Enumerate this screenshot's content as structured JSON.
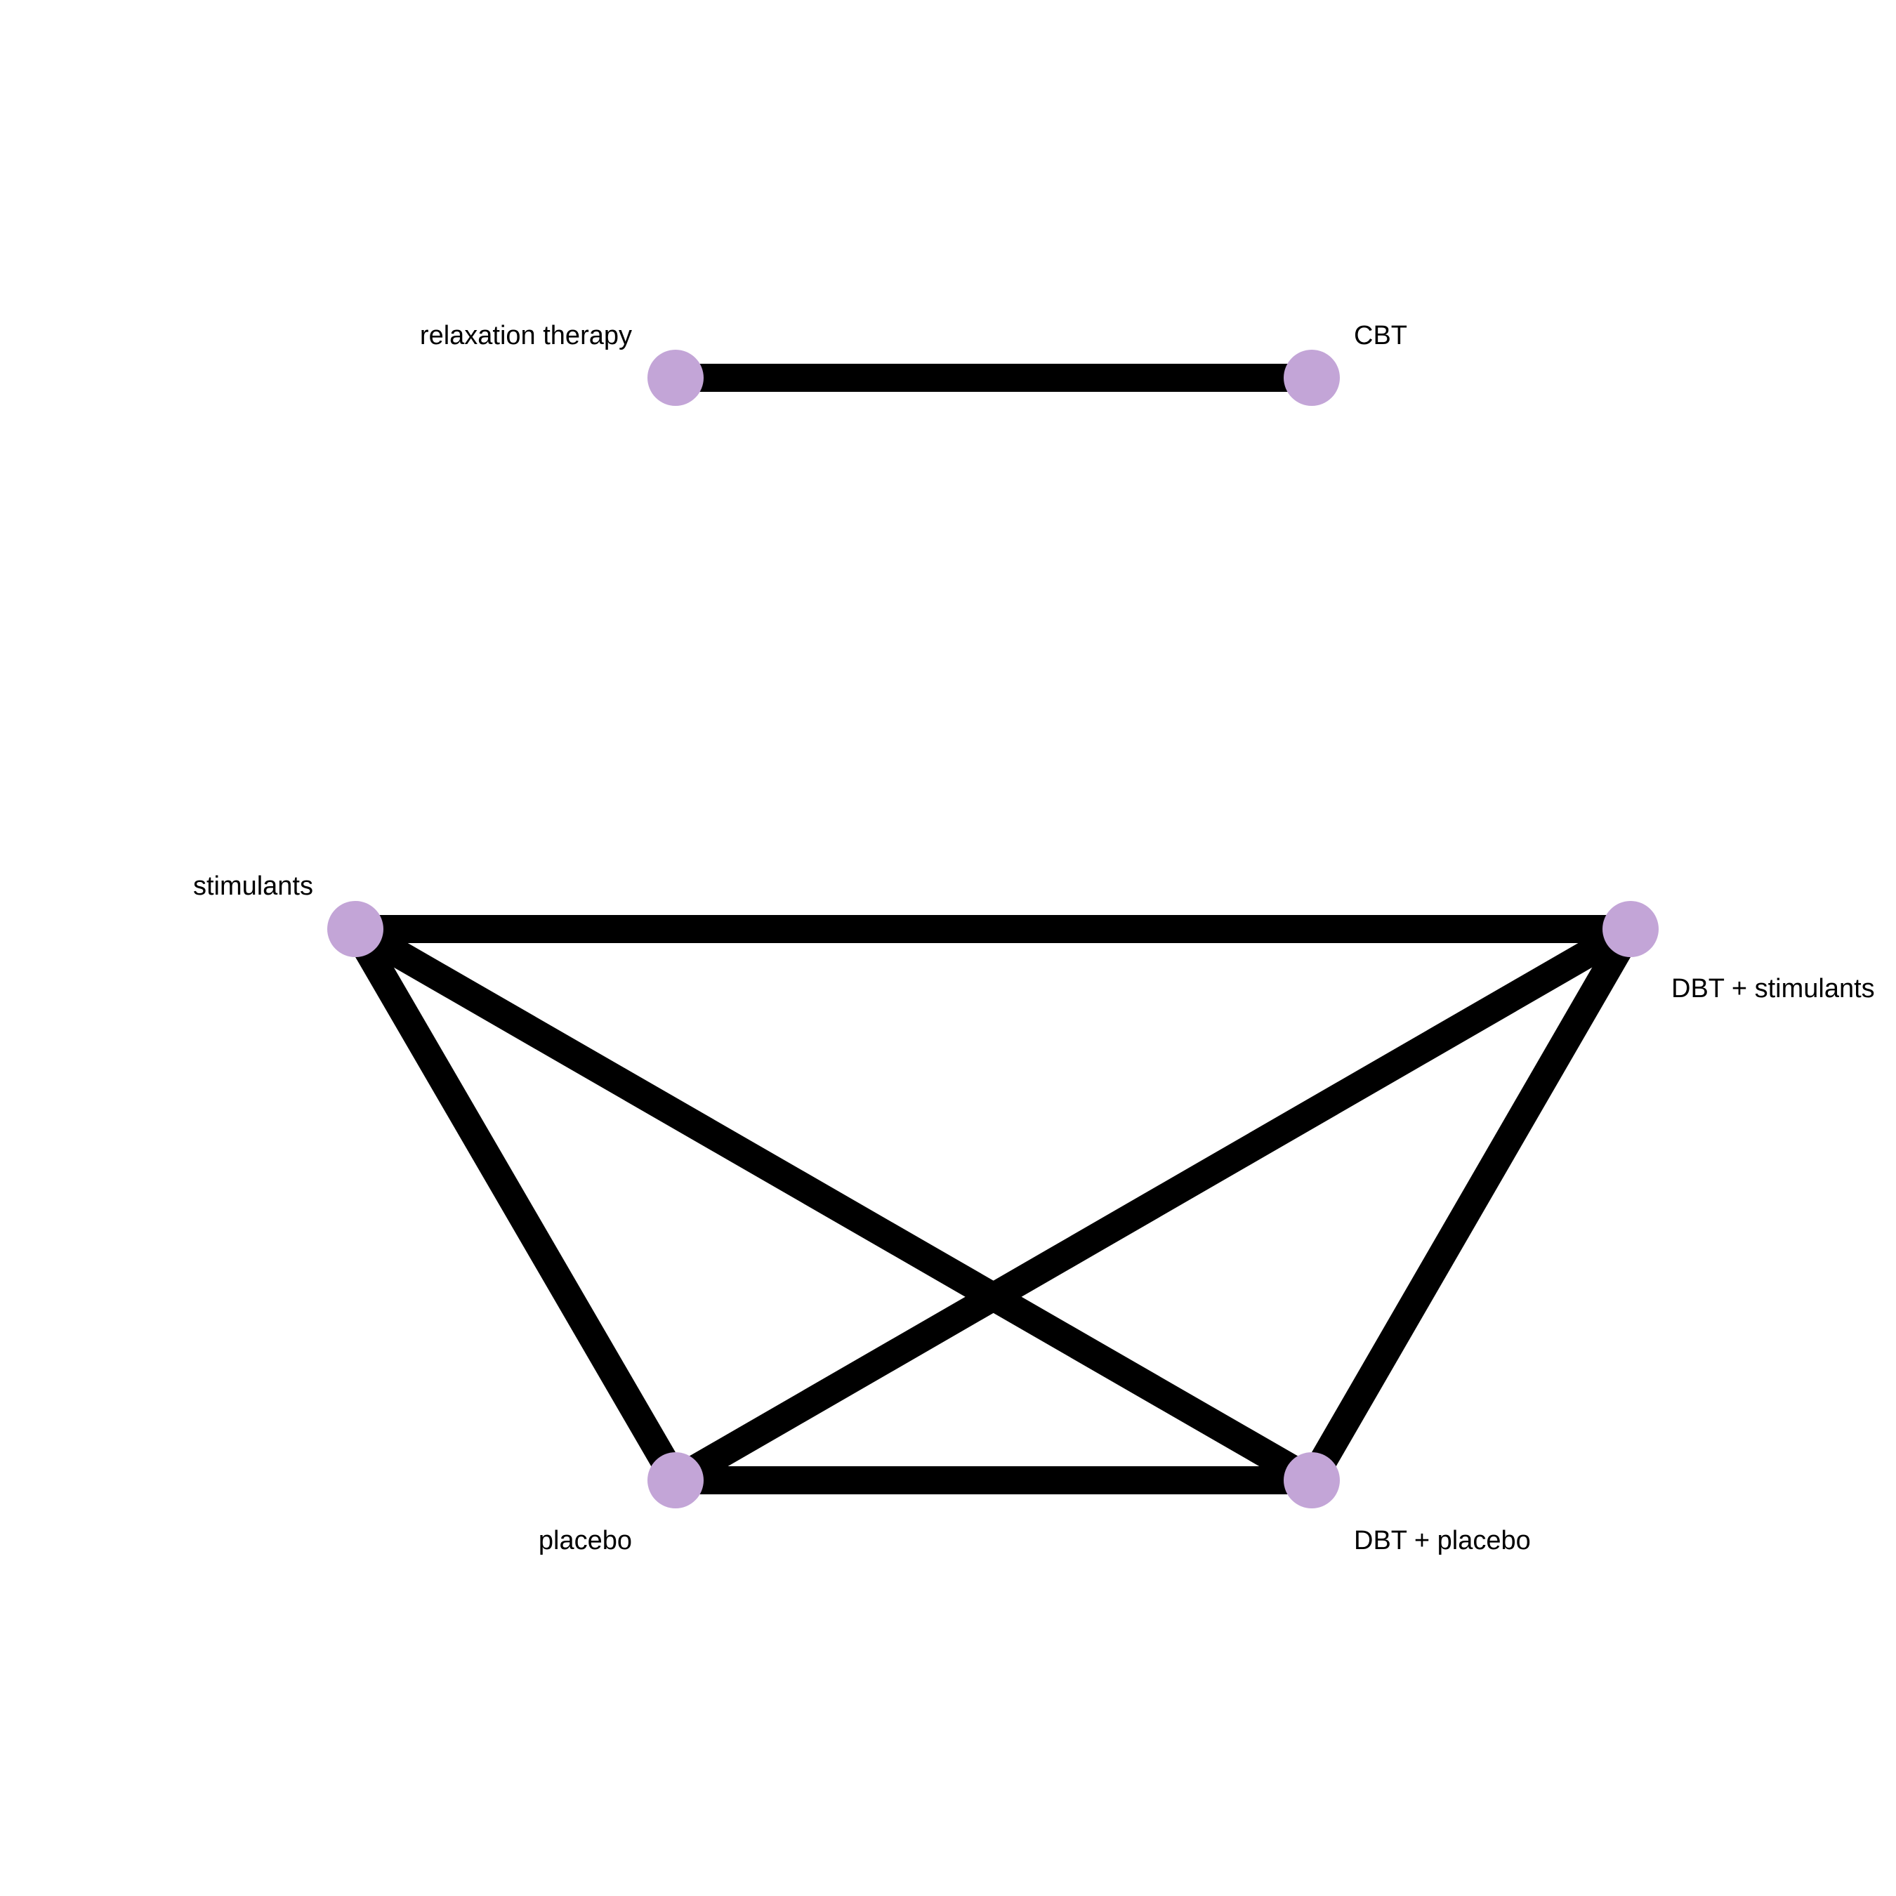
{
  "colors": {
    "node_fill": "#c3a5d7",
    "edge": "#000000",
    "label": "#000000",
    "background": "#ffffff"
  },
  "network": {
    "nodes": [
      {
        "id": "relaxation",
        "label": "relaxation therapy"
      },
      {
        "id": "cbt",
        "label": "CBT"
      },
      {
        "id": "stimulants",
        "label": "stimulants"
      },
      {
        "id": "dbt_stim",
        "label": "DBT + stimulants"
      },
      {
        "id": "placebo",
        "label": "placebo"
      },
      {
        "id": "dbt_placebo",
        "label": "DBT + placebo"
      }
    ],
    "edges": [
      {
        "from": "relaxation",
        "to": "cbt"
      },
      {
        "from": "stimulants",
        "to": "dbt_stim"
      },
      {
        "from": "stimulants",
        "to": "placebo"
      },
      {
        "from": "stimulants",
        "to": "dbt_placebo"
      },
      {
        "from": "dbt_stim",
        "to": "placebo"
      },
      {
        "from": "dbt_stim",
        "to": "dbt_placebo"
      },
      {
        "from": "placebo",
        "to": "dbt_placebo"
      }
    ]
  }
}
